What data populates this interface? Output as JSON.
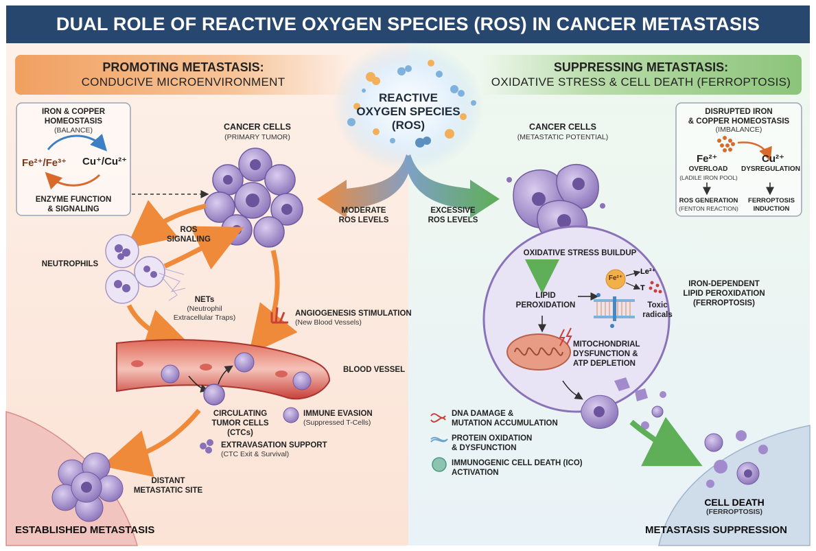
{
  "header": {
    "title": "DUAL ROLE OF REACTIVE OXYGEN SPECIES (ROS) IN CANCER METASTASIS"
  },
  "center": {
    "ros_line1": "REACTIVE",
    "ros_line2": "OXYGEN SPECIES",
    "ros_line3": "(ROS)"
  },
  "left": {
    "banner_title": "PROMOTING METASTASIS:",
    "banner_subtitle": "CONDUCIVE MICROENVIRONMENT",
    "homeostasis": {
      "title1": "IRON & COPPER",
      "title2": "HOMEOSTASIS",
      "note": "(BALANCE)",
      "fe": "Fe²⁺/Fe³⁺",
      "cu": "Cu⁺/Cu²⁺",
      "enzyme1": "ENZYME FUNCTION",
      "enzyme2": "& SIGNALING"
    },
    "cancer_cells": {
      "title": "CANCER CELLS",
      "note": "(PRIMARY TUMOR)"
    },
    "moderate1": "MODERATE",
    "moderate2": "ROS LEVELS",
    "ros_signaling1": "ROS",
    "ros_signaling2": "SIGNALING",
    "neutrophils": "NEUTROPHILS",
    "nets1": "NETs",
    "nets2": "(Neutrophil",
    "nets3": "Extracellular Traps)",
    "angio_title": "ANGIOGENESIS STIMULATION",
    "angio_note": "(New Blood Vessels)",
    "blood_vessel": "BLOOD VESSEL",
    "ctc1": "CIRCULATING",
    "ctc2": "TUMOR CELLS",
    "ctc3": "(CTCs)",
    "immune_title": "IMMUNE EVASION",
    "immune_note": "(Suppressed T-Cells)",
    "extrav_title": "EXTRAVASATION SUPPORT",
    "extrav_note": "(CTC Exit & Survival)",
    "distant1": "DISTANT",
    "distant2": "METASTATIC SITE",
    "footer": "ESTABLISHED METASTASIS"
  },
  "right": {
    "banner_title": "SUPPRESSING METASTASIS:",
    "banner_subtitle": "OXIDATIVE STRESS & CELL DEATH (FERROPTOSIS)",
    "disrupted": {
      "title1": "DISRUPTED IRON",
      "title2": "& COPPER HOMEOSTASIS",
      "note": "(IMBALANCE)",
      "fe": "Fe²⁺",
      "overload": "OVERLOAD",
      "labile": "(LADILE IRON POOL)",
      "cu": "Cu²⁺",
      "dysreg": "DYSREGULATION",
      "rosgen": "ROS GENERATION",
      "fenton": "(FENTON REACTION)",
      "ferro1": "FERROPTOSIS",
      "ferro2": "INDUCTION"
    },
    "cancer_cells": {
      "title": "CANCER CELLS",
      "note": "(METASTATIC POTENTIAL)"
    },
    "excessive1": "EXCESSIVE",
    "excessive2": "ROS LEVELS",
    "oxidative": "OXIDATIVE STRESS BUILDUP",
    "lipid1": "LIPID",
    "lipid2": "PEROXIDATION",
    "fe_circle": "Fe²⁺",
    "le": "Le²⁺",
    "t": "T",
    "toxic1": "Toxic",
    "toxic2": "radicals",
    "iron_dep1": "IRON-DEPENDENT",
    "iron_dep2": "LIPID PEROXIDATION",
    "iron_dep3": "(FERROPTOSIS)",
    "mito1": "MITOCHONDRIAL",
    "mito2": "DYSFUNCTION &",
    "mito3": "ATP DEPLETION",
    "dna1": "DNA DAMAGE &",
    "dna2": "MUTATION ACCUMULATION",
    "protein1": "PROTEIN OXIDATION",
    "protein2": "& DYSFUNCTION",
    "icd1": "IMMUNOGENIC CELL DEATH (ICO)",
    "icd2": "ACTIVATION",
    "death1": "CELL DEATH",
    "death2": "(FERROPTOSIS)",
    "footer": "METASTASIS SUPPRESSION"
  },
  "colors": {
    "header_bg": "#27476f",
    "promote": "#f08a3c",
    "suppress": "#5fae58",
    "cell": "#9b86c4",
    "vessel": "#c8403a"
  }
}
